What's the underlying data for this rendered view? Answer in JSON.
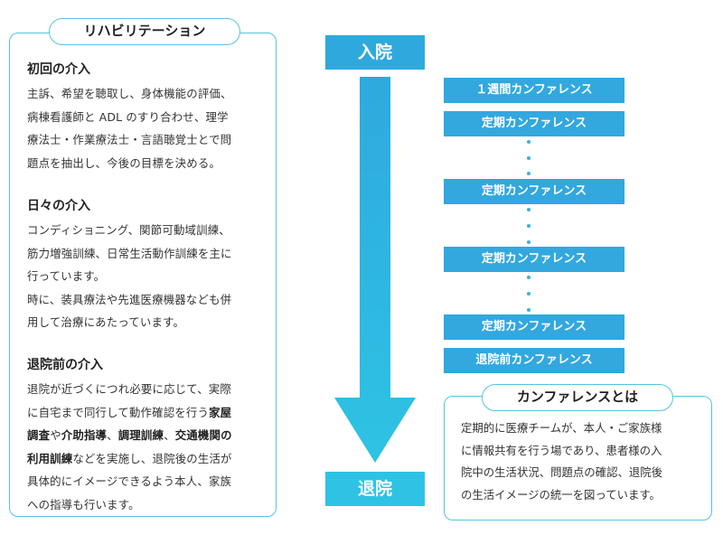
{
  "rehab": {
    "title": "リハビリテーション",
    "sections": [
      {
        "heading": "初回の介入",
        "lines": [
          "主訴、希望を聴取し、身体機能の評価、",
          "病棟看護師と ADL のすり合わせ、理学",
          "療法士・作業療法士・言語聴覚士とで問",
          "題点を抽出し、今後の目標を決める。"
        ]
      },
      {
        "heading": "日々の介入",
        "lines": [
          "コンディショニング、関節可動域訓練、",
          "筋力増強訓練、日常生活動作訓練を主に",
          "行っています。",
          "時に、装具療法や先進医療機器なども併",
          "用して治療にあたっています。"
        ]
      },
      {
        "heading": "退院前の介入",
        "line1": "退院が近づくにつれ必要に応じて、実際",
        "line2_pre": "に自宅まで同行して動作確認を行う",
        "kw1": "家屋",
        "kw1b": "調査",
        "t1": "や",
        "kw2": "介助指導",
        "t2": "、",
        "kw3": "調理訓練",
        "t3": "、",
        "kw4": "交通機関の",
        "kw4b": "利用訓練",
        "t4": "などを実施し、退院後の生活が",
        "line5": "具体的にイメージできるよう本人、家族",
        "line6": "への指導も行います。"
      }
    ]
  },
  "flow": {
    "admission": "入院",
    "discharge": "退院",
    "colors": {
      "top": "#2fa9dd",
      "bottom": "#2ec3e4"
    }
  },
  "conferences": [
    "１週間カンファレンス",
    "定期カンファレンス",
    "定期カンファレンス",
    "定期カンファレンス",
    "定期カンファレンス",
    "退院前カンファレンス"
  ],
  "about": {
    "title": "カンファレンスとは",
    "lines": [
      "定期的に医療チームが、本人・ご家族様",
      "に情報共有を行う場であり、患者様の入",
      "院中の生活状況、問題点の確認、退院後",
      "の生活イメージの統一を図っています。"
    ]
  }
}
